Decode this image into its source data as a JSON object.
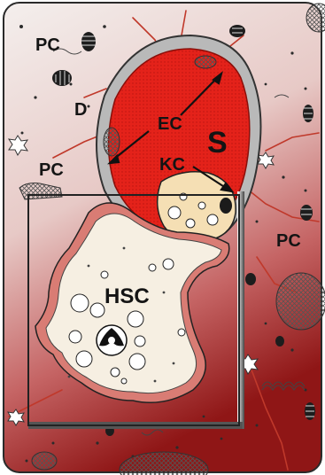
{
  "labels": {
    "pc_top": "PC",
    "d": "D",
    "pc_left": "PC",
    "ec": "EC",
    "s": "S",
    "kc": "KC",
    "pc_right": "PC",
    "hsc": "HSC"
  },
  "colors": {
    "background_top": "#f2ecea",
    "background_bottom": "#9e1c1c",
    "sinusoid": "#e4221a",
    "hsc_body": "#f6efe2",
    "hsc_rim": "#d97c74",
    "kupffer_cell": "#f5dfb4",
    "fiber": "#c0392b",
    "inset_frame": "#222222"
  },
  "icons": [
    "mitochondrion-icon",
    "lipid-droplet-icon",
    "collagen-fiber-icon",
    "cross-hatched-granule-icon",
    "star-cell-icon"
  ]
}
